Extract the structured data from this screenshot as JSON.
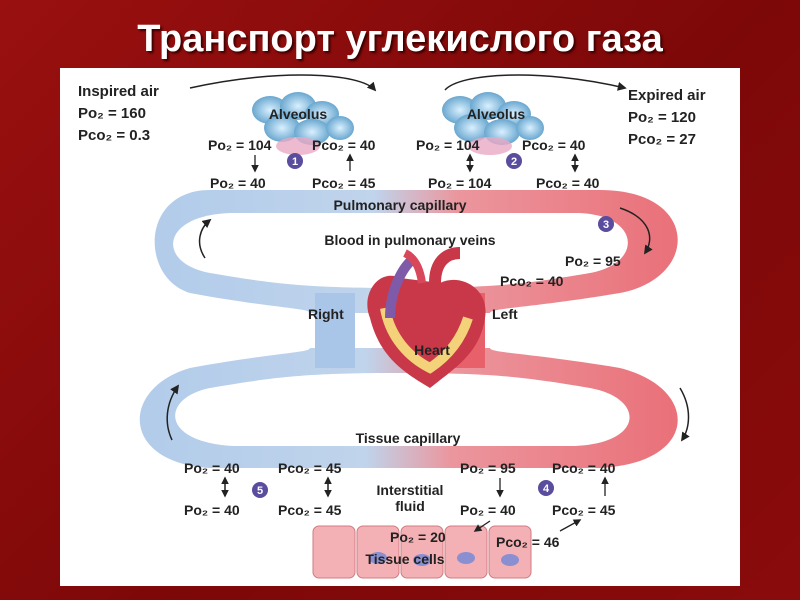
{
  "title": "Транспорт углекислого газа",
  "labels": {
    "inspired": {
      "name": "Inspired air",
      "po2": "Po₂ = 160",
      "pco2": "Pco₂ = 0.3"
    },
    "expired": {
      "name": "Expired air",
      "po2": "Po₂ = 120",
      "pco2": "Pco₂ = 27"
    },
    "alveolus_left": "Alveolus",
    "alveolus_right": "Alveolus",
    "alv_left_po2": "Po₂ = 104",
    "alv_left_pco2": "Pco₂ = 40",
    "alv_right_po2": "Po₂ = 104",
    "alv_right_pco2": "Pco₂ = 40",
    "cap_left_po2": "Po₂ = 40",
    "cap_left_pco2": "Pco₂ = 45",
    "cap_right_po2": "Po₂ = 104",
    "cap_right_pco2": "Pco₂ = 40",
    "pulmonary_capillary": "Pulmonary capillary",
    "pulmonary_veins": "Blood in pulmonary veins",
    "vein_po2": "Po₂ = 95",
    "vein_pco2": "Pco₂ = 40",
    "right": "Right",
    "left": "Left",
    "heart": "Heart",
    "tissue_capillary": "Tissue capillary",
    "tis_left_po2": "Po₂ = 40",
    "tis_left_pco2": "Pco₂ = 45",
    "tis_right_po2": "Po₂ = 95",
    "tis_right_pco2": "Pco₂ = 40",
    "interstitial": "Interstitial",
    "fluid": "fluid",
    "int_left_po2": "Po₂ = 40",
    "int_left_pco2": "Pco₂ = 45",
    "int_right_po2": "Po₂ = 40",
    "int_right_pco2": "Pco₂ = 45",
    "cell_po2": "Po₂ = 20",
    "cell_pco2": "Pco₂ = 46",
    "tissue_cells": "Tissue cells"
  },
  "badges": [
    "1",
    "2",
    "3",
    "4",
    "5"
  ],
  "colors": {
    "background": "#8b0a0a",
    "venous": "#a9c6e8",
    "arterial": "#e8606a",
    "badge": "#5a4d9e"
  }
}
